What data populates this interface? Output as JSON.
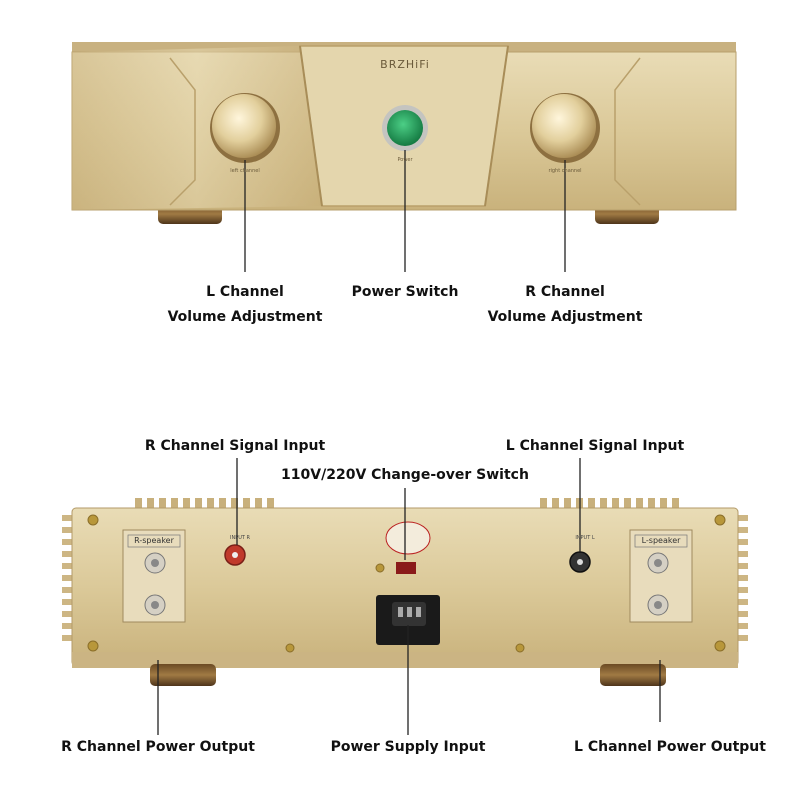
{
  "front_panel": {
    "brand": "BRZHiFi",
    "left_knob_label": "left channel",
    "power_label": "Power",
    "right_knob_label": "right channel"
  },
  "rear_panel": {
    "r_speaker_label": "R-speaker",
    "l_speaker_label": "L-speaker",
    "input_r_label": "INPUT R",
    "input_l_label": "INPUT L"
  },
  "callouts": {
    "l_channel_volume_line1": "L Channel",
    "l_channel_volume_line2": "Volume Adjustment",
    "power_switch": "Power Switch",
    "r_channel_volume_line1": "R Channel",
    "r_channel_volume_line2": "Volume Adjustment",
    "r_channel_signal_input": "R Channel Signal Input",
    "changeover_switch": "110V/220V Change-over Switch",
    "l_channel_signal_input": "L Channel Signal Input",
    "r_channel_power_output": "R Channel Power Output",
    "power_supply_input": "Power Supply Input",
    "l_channel_power_output": "L Channel Power Output"
  },
  "colors": {
    "chassis_gold": "#d9c9a0",
    "chassis_shadow": "#b8a070",
    "power_button_green": "#1f9a58",
    "rca_red": "#c0392b"
  }
}
